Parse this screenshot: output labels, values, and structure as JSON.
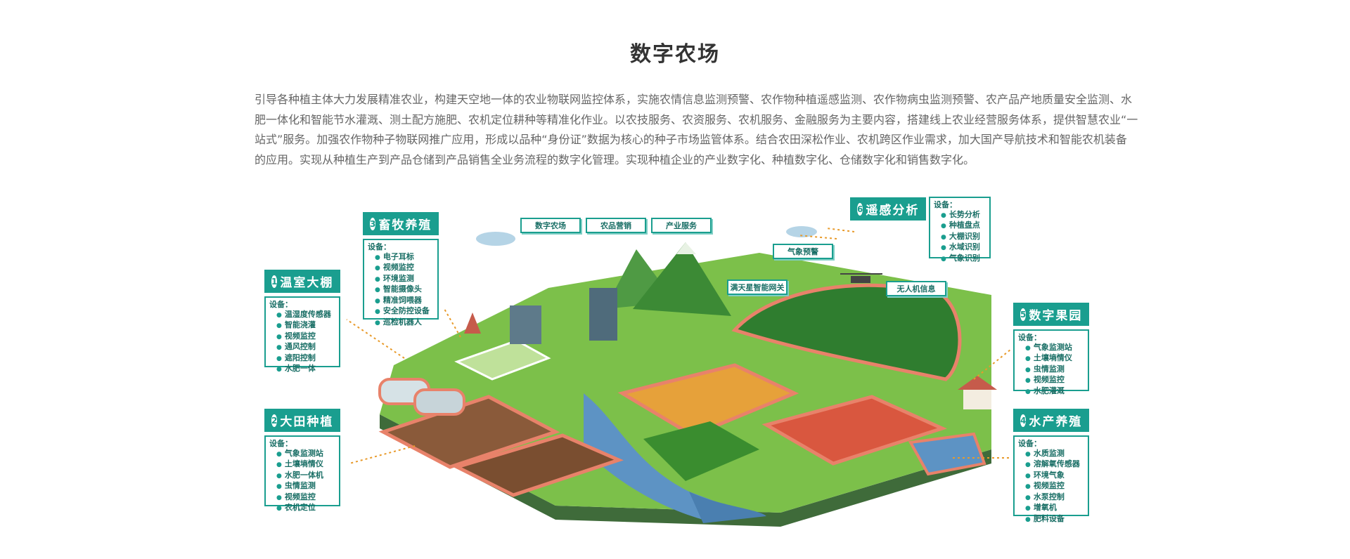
{
  "page": {
    "title": "数字农场",
    "intro_lines": [
      "引导各种植主体大力发展精准农业，构建天空地一体的农业物联网监控体系，实施农情信息监测预警、农作物种植遥感监测、农作物病虫监测预警、农产品产地质量安全监测、水",
      "肥一体化和智能节水灌溉、测土配方施肥、农机定位耕种等精准化作业。以农技服务、农资服务、农机服务、金融服务为主要内容，搭建线上农业经营服务体系，提供智慧农业“一",
      "站式”服务。加强农作物种子物联网推广应用，形成以品种“身份证”数据为核心的种子市场监管体系。结合农田深松作业、农机跨区作业需求，加大国产导航技术和智能农机装备",
      "的应用。实现从种植生产到产品仓储到产品销售全业务流程的数字化管理。实现种植企业的产业数字化、种植数字化、仓储数字化和销售数字化。"
    ]
  },
  "diagram": {
    "accent_color": "#1a9e8f",
    "highlight_color": "#e8826a",
    "top_tags": [
      "数字农场",
      "农品营销",
      "产业服务"
    ],
    "scene_tags": {
      "weather_warning": "气象预警",
      "gateway": "满天星智能网关",
      "drone_info": "无人机信息"
    },
    "categories": [
      {
        "num": "1",
        "title": "温室大棚",
        "header": "设备：",
        "devices": [
          "温湿度传感器",
          "智能浇灌",
          "视频监控",
          "通风控制",
          "遮阳控制",
          "水肥一体"
        ]
      },
      {
        "num": "2",
        "title": "大田种植",
        "header": "设备：",
        "devices": [
          "气象监测站",
          "土壤墒情仪",
          "水肥一体机",
          "虫情监测",
          "视频监控",
          "农机定位"
        ]
      },
      {
        "num": "3",
        "title": "畜牧养殖",
        "header": "设备：",
        "devices": [
          "电子耳标",
          "视频监控",
          "环境监测",
          "智能摄像头",
          "精准饲喂器",
          "安全防控设备",
          "巡检机器人"
        ]
      },
      {
        "num": "4",
        "title": "水产养殖",
        "header": "设备：",
        "devices": [
          "水质监测",
          "溶解氧传感器",
          "环境气象",
          "视频监控",
          "水泵控制",
          "增氧机",
          "肥料设备"
        ]
      },
      {
        "num": "5",
        "title": "数字果园",
        "header": "设备：",
        "devices": [
          "气象监测站",
          "土壤墒情仪",
          "虫情监测",
          "视频监控",
          "水肥灌溉"
        ]
      },
      {
        "num": "6",
        "title": "遥感分析",
        "header": "设备：",
        "devices": [
          "长势分析",
          "种植盘点",
          "大棚识别",
          "水域识别",
          "气象识别"
        ]
      }
    ]
  }
}
